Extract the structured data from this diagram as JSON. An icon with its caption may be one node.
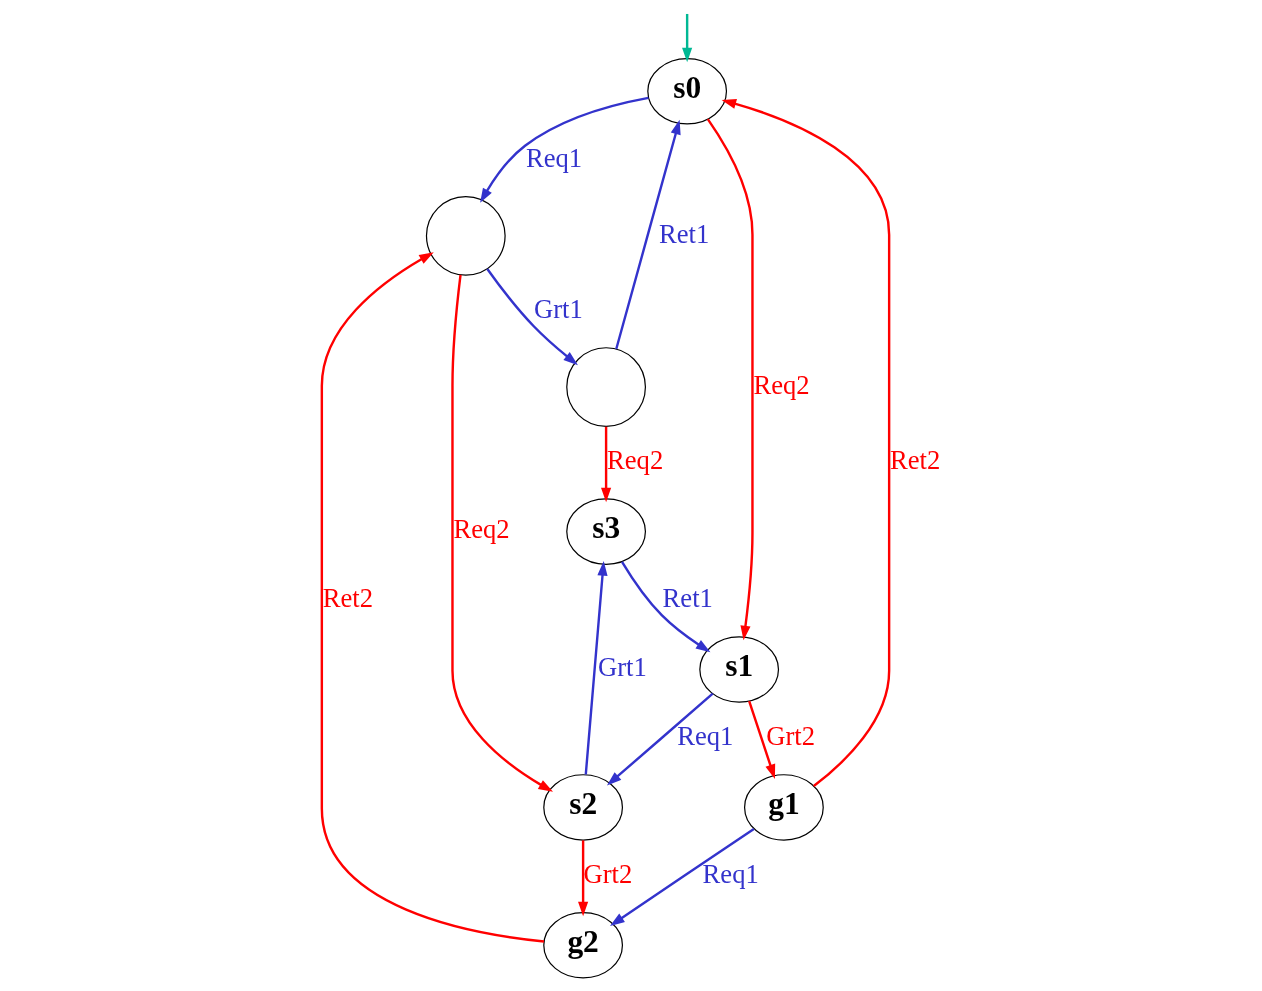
{
  "diagram": {
    "nodes": [
      {
        "text": [
          "s0"
        ]
      },
      {
        "text": [],
        "shape": "circle"
      },
      {
        "text": [
          "s1"
        ]
      },
      {
        "text": [],
        "shape": "circle"
      },
      {
        "text": [
          "s2"
        ]
      },
      {
        "text": [
          "g1"
        ]
      },
      {
        "text": [
          "s3"
        ]
      },
      {
        "text": [
          "g2"
        ]
      }
    ],
    "edges": [
      {
        "from": null,
        "to": 0,
        "arrow": "to",
        "color": "#00b894"
      },
      {
        "from": 0,
        "to": 1,
        "arrow": "to",
        "label": "Req1",
        "color": "#3333cc"
      },
      {
        "from": 0,
        "to": 2,
        "arrow": "to",
        "label": "Req2",
        "color": "#ff0000"
      },
      {
        "from": 1,
        "to": 3,
        "arrow": "to",
        "label": "Grt1",
        "color": "#3333cc"
      },
      {
        "from": 1,
        "to": 4,
        "arrow": "to",
        "label": "Req2",
        "color": "#ff0000"
      },
      {
        "from": 2,
        "to": 4,
        "arrow": "to",
        "label": "Req1",
        "color": "#3333cc"
      },
      {
        "from": 2,
        "to": 5,
        "arrow": "to",
        "label": "Grt2",
        "color": "#ff0000"
      },
      {
        "from": 3,
        "to": 6,
        "arrow": "to",
        "label": "Req2",
        "color": "#ff0000"
      },
      {
        "from": 3,
        "to": 0,
        "arrow": "to",
        "label": "Ret1",
        "color": "#3333cc"
      },
      {
        "from": 4,
        "to": 6,
        "arrow": "to",
        "label": "Grt1",
        "color": "#3333cc"
      },
      {
        "from": 4,
        "to": 7,
        "arrow": "to",
        "label": "Grt2",
        "color": "#ff0000"
      },
      {
        "from": 5,
        "to": 7,
        "arrow": "to",
        "label": "Req1",
        "color": "#3333cc"
      },
      {
        "from": 5,
        "to": 0,
        "arrow": "to",
        "label": "Ret2",
        "color": "#ff0000"
      },
      {
        "from": 6,
        "to": 2,
        "arrow": "to",
        "label": "Ret1",
        "color": "#3333cc"
      },
      {
        "from": 7,
        "to": 1,
        "arrow": "to",
        "label": "Ret2",
        "color": "#ff0000"
      }
    ]
  }
}
